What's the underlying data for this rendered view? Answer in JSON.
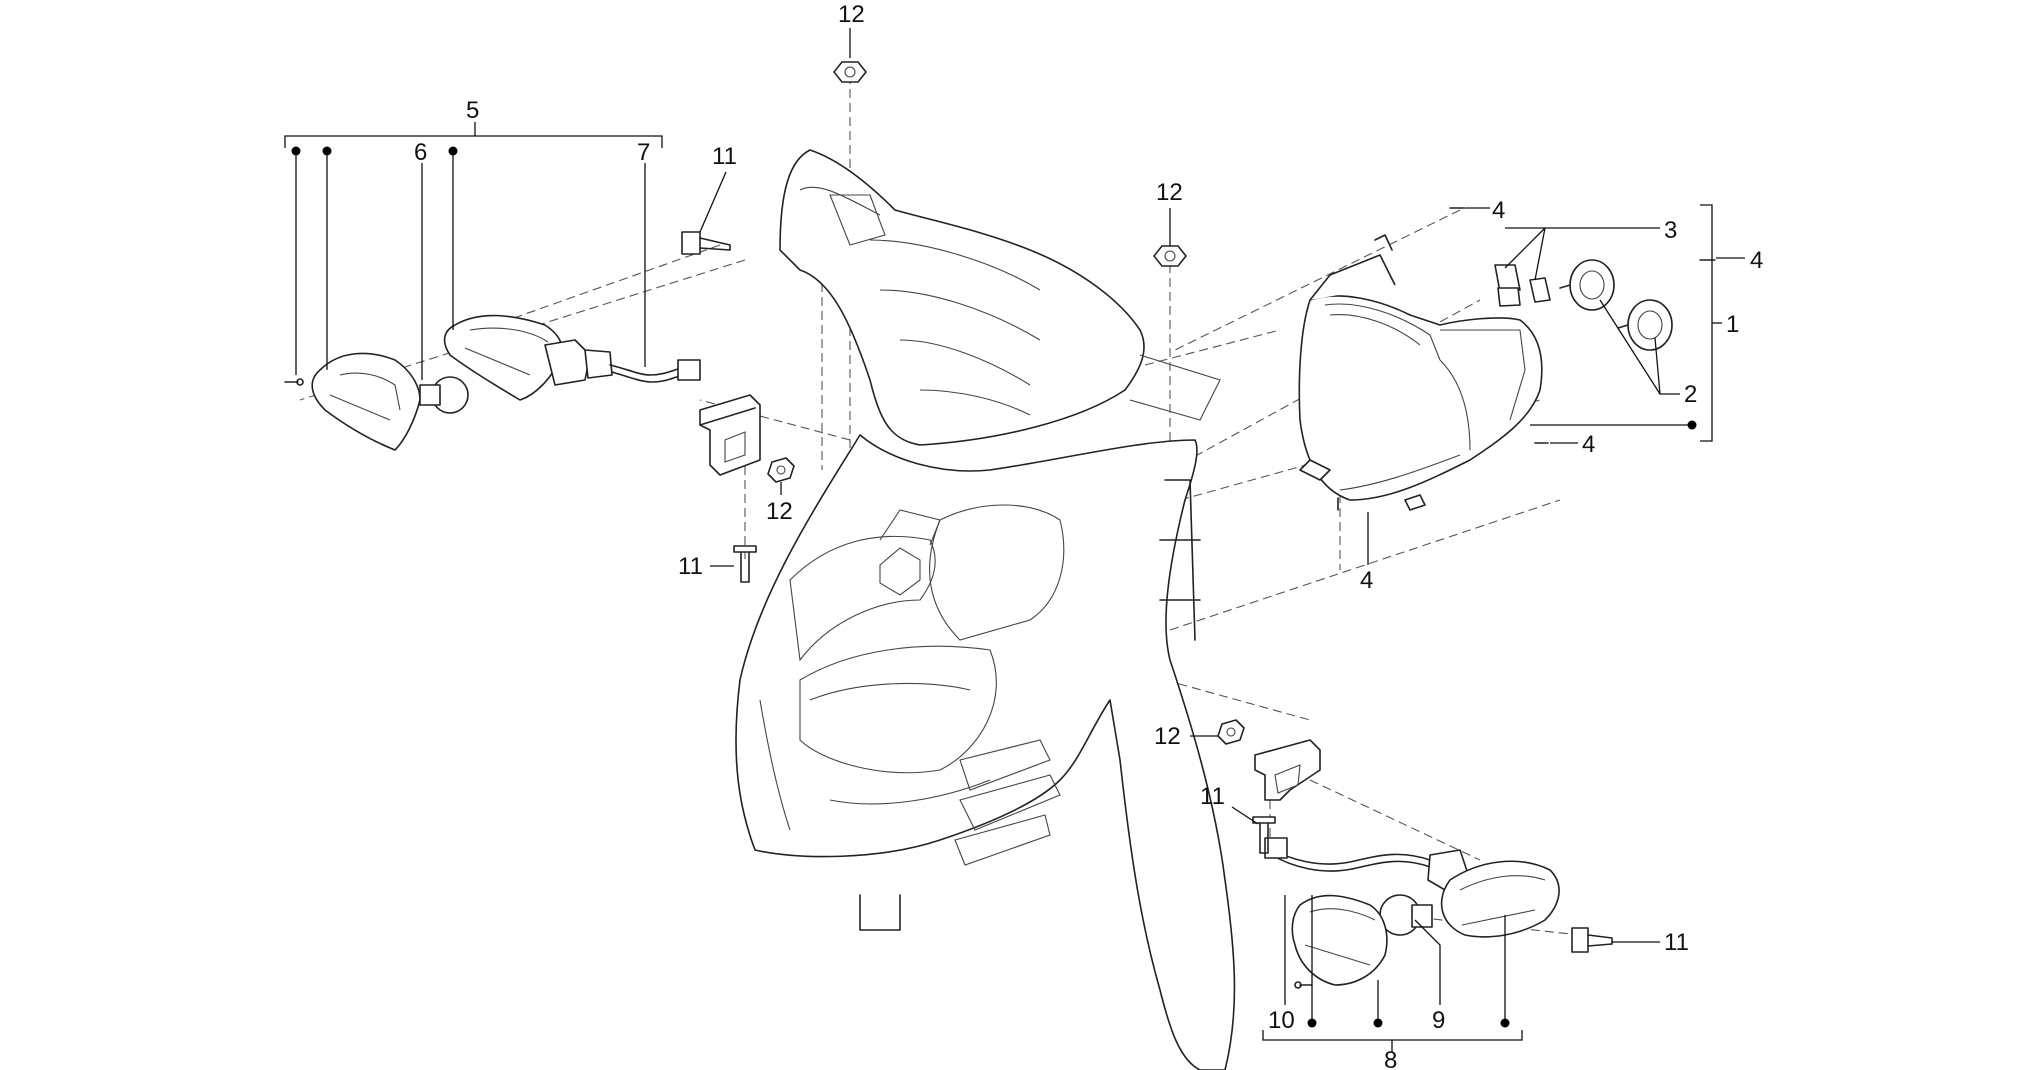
{
  "callouts": [
    {
      "key": "c12_top",
      "text": "12"
    },
    {
      "key": "c5",
      "text": "5"
    },
    {
      "key": "c6",
      "text": "6"
    },
    {
      "key": "c7",
      "text": "7"
    },
    {
      "key": "c11_a",
      "text": "11"
    },
    {
      "key": "c12_mid",
      "text": "12"
    },
    {
      "key": "c4_a",
      "text": "4"
    },
    {
      "key": "c3",
      "text": "3"
    },
    {
      "key": "c4_b",
      "text": "4"
    },
    {
      "key": "c1",
      "text": "1"
    },
    {
      "key": "c2",
      "text": "2"
    },
    {
      "key": "c4_c",
      "text": "4"
    },
    {
      "key": "c4_d",
      "text": "4"
    },
    {
      "key": "c12_left",
      "text": "12"
    },
    {
      "key": "c11_b",
      "text": "11"
    },
    {
      "key": "c12_low",
      "text": "12"
    },
    {
      "key": "c11_c",
      "text": "11"
    },
    {
      "key": "c11_d",
      "text": "11"
    },
    {
      "key": "c10",
      "text": "10"
    },
    {
      "key": "c9",
      "text": "9"
    },
    {
      "key": "c8",
      "text": "8"
    }
  ]
}
